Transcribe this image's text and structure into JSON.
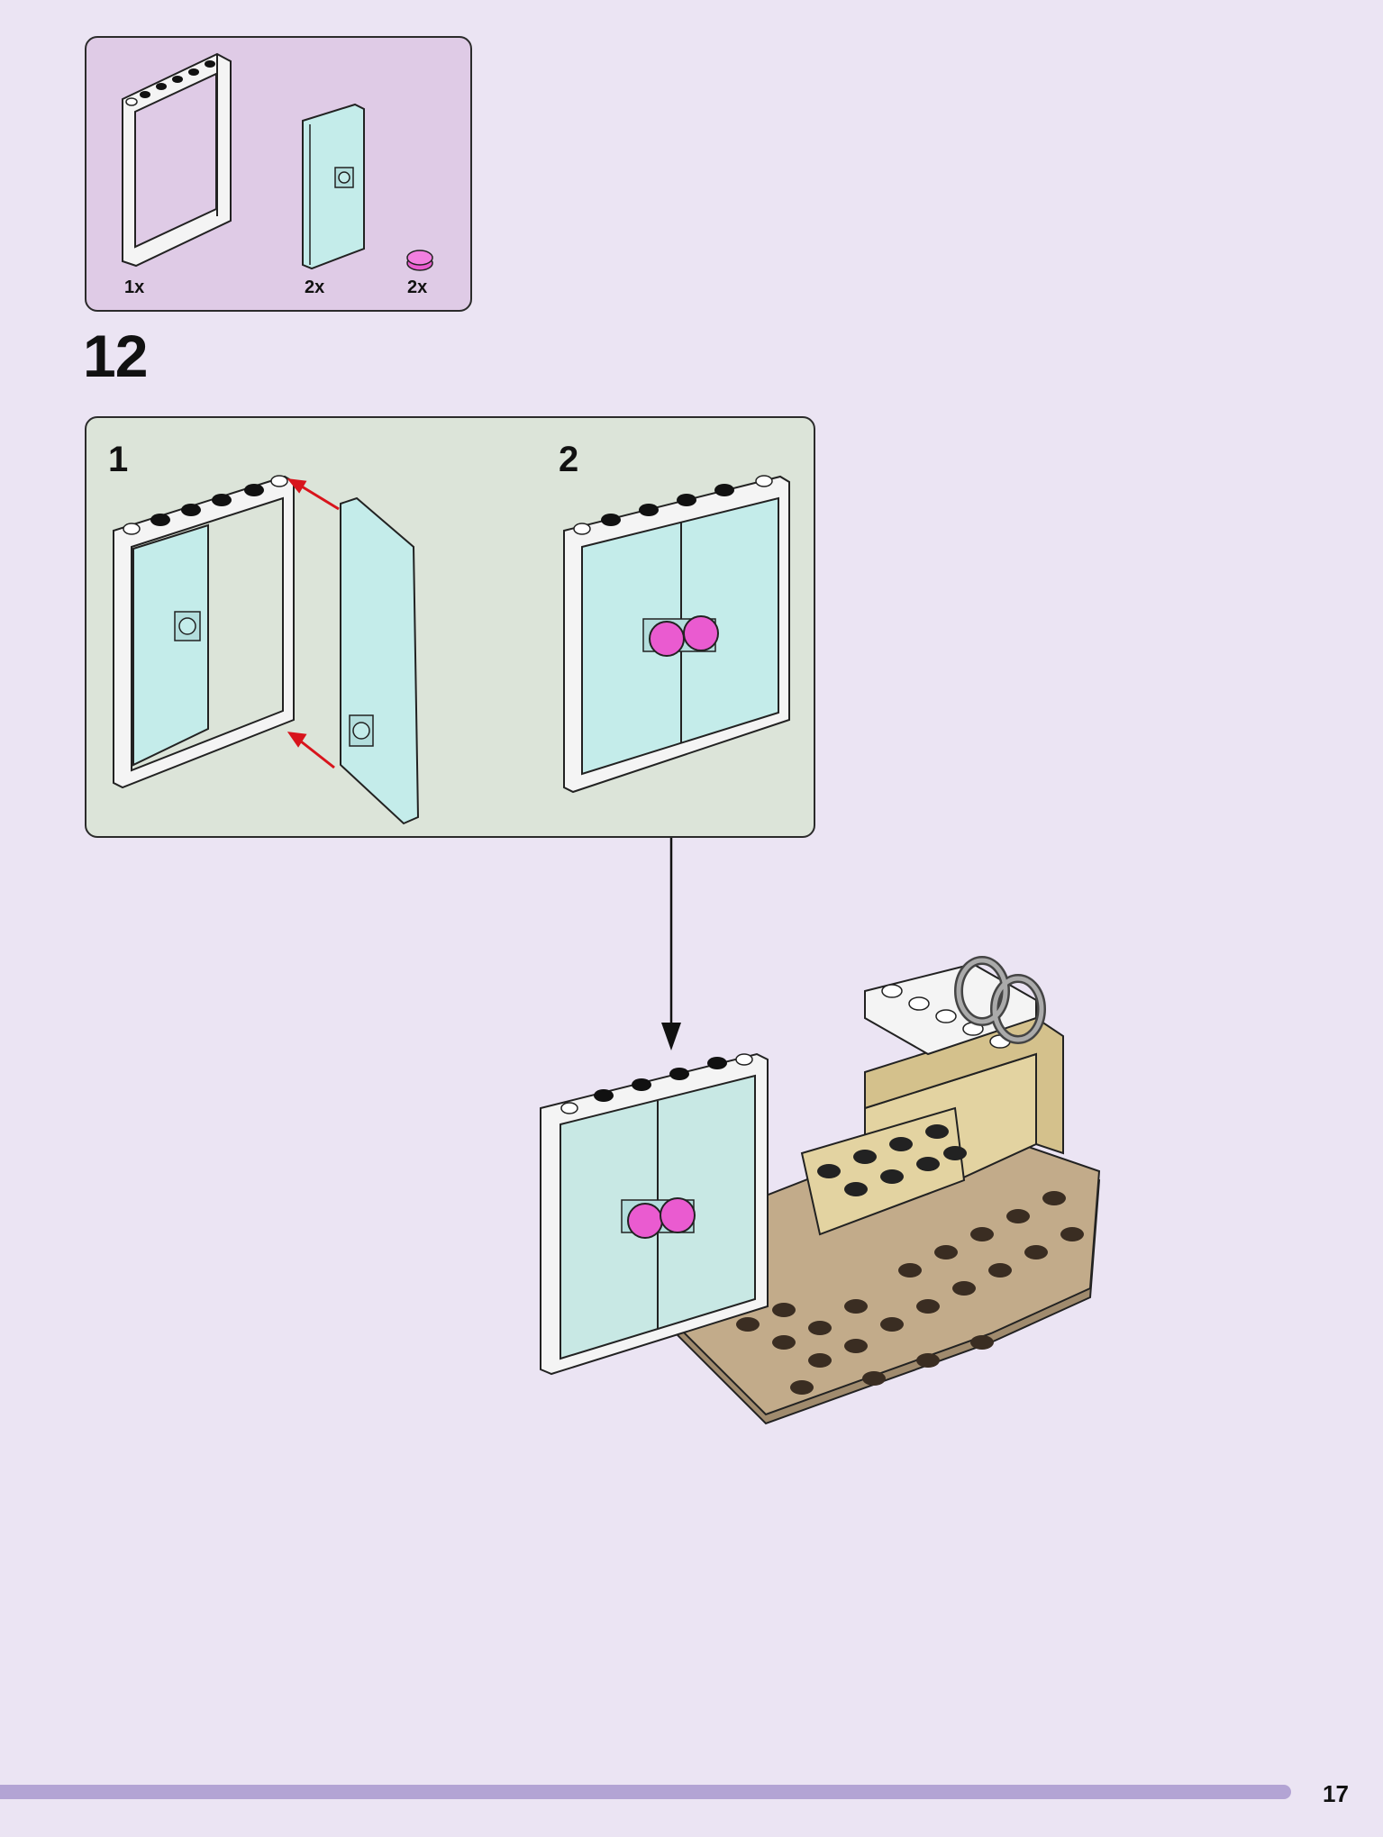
{
  "parts": [
    {
      "name": "door-frame",
      "quantity": "1x"
    },
    {
      "name": "door",
      "quantity": "2x"
    },
    {
      "name": "round-tile",
      "quantity": "2x"
    }
  ],
  "step": {
    "number": "12"
  },
  "substeps": [
    {
      "label": "1"
    },
    {
      "label": "2"
    }
  ],
  "page": {
    "number": "17"
  },
  "colors": {
    "page_background": "#ebe4f3",
    "parts_box": "#dfcbe6",
    "substep_box": "#dce4d9",
    "glass": "#c4ecea",
    "pink": "#ea5bd0",
    "tan": "#e3d3a1",
    "dark_tan": "#a08b6e",
    "arrow_red": "#d8141c",
    "bar": "#b3a4d4"
  }
}
